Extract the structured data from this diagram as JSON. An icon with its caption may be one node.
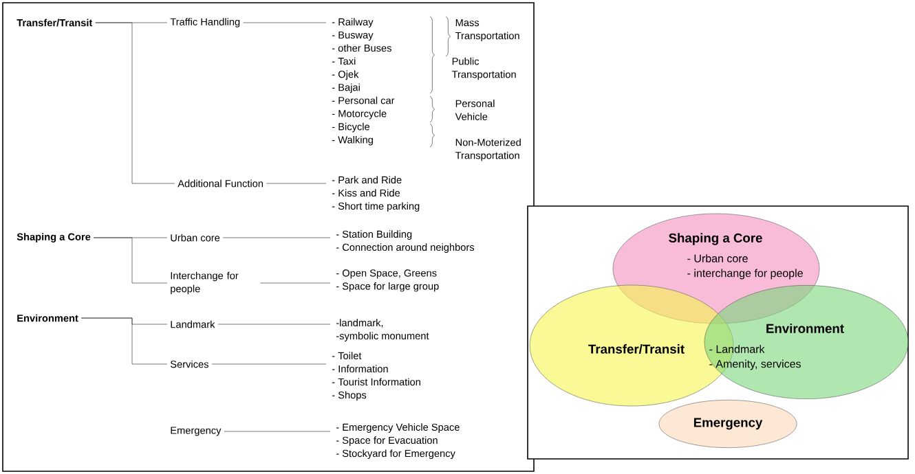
{
  "diagram": {
    "nodes": [
      {
        "text": [
          "Transfer/Transit"
        ]
      },
      {
        "text": [
          "Traffic Handling"
        ]
      },
      {
        "text": [
          "- Railway",
          "- Busway",
          "- other Buses",
          "- Taxi",
          "- Ojek",
          "- Bajai",
          "- Personal car",
          "- Motorcycle",
          "- Bicycle",
          "- Walking"
        ]
      },
      {
        "text": [
          "Additional Function"
        ]
      },
      {
        "text": [
          "- Park and Ride",
          "- Kiss and Ride",
          "- Short time parking"
        ]
      },
      {
        "text": [
          "Shaping a Core"
        ]
      },
      {
        "text": [
          "Urban core"
        ]
      },
      {
        "text": [
          "- Station Building",
          "- Connection around neighbors"
        ]
      },
      {
        "text": [
          "Interchange for people"
        ]
      },
      {
        "text": [
          "- Open Space, Greens",
          "- Space for large group"
        ]
      },
      {
        "text": [
          "Environment"
        ]
      },
      {
        "text": [
          "Landmark"
        ]
      },
      {
        "text": [
          "-landmark,",
          "-symbolic monument"
        ]
      },
      {
        "text": [
          "Services"
        ]
      },
      {
        "text": [
          "- Toilet",
          "- Information",
          "- Tourist Information",
          "- Shops"
        ]
      },
      {
        "text": [
          "Emergency"
        ]
      },
      {
        "text": [
          "- Emergency Vehicle Space",
          "- Space for Evacuation",
          "- Stockyard for Emergency"
        ]
      },
      {
        "text": [
          "Shaping a Core",
          "- Urban core",
          "- interchange for people"
        ]
      },
      {
        "text": [
          "Transfer/Transit"
        ]
      },
      {
        "text": [
          "Environment",
          "- Landmark",
          "- Amenity, services"
        ]
      },
      {
        "text": [
          "Emergency"
        ]
      }
    ],
    "edges": [
      {
        "from": 0,
        "to": 1,
        "arrow": "none"
      },
      {
        "from": 0,
        "to": 3,
        "arrow": "none"
      },
      {
        "from": 1,
        "to": 2,
        "arrow": "none"
      },
      {
        "from": 3,
        "to": 4,
        "arrow": "none"
      },
      {
        "from": 5,
        "to": 6,
        "arrow": "none"
      },
      {
        "from": 5,
        "to": 8,
        "arrow": "none"
      },
      {
        "from": 6,
        "to": 7,
        "arrow": "none"
      },
      {
        "from": 8,
        "to": 9,
        "arrow": "none"
      },
      {
        "from": 10,
        "to": 11,
        "arrow": "none"
      },
      {
        "from": 10,
        "to": 13,
        "arrow": "none"
      },
      {
        "from": 11,
        "to": 12,
        "arrow": "none"
      },
      {
        "from": 13,
        "to": 14,
        "arrow": "none"
      },
      {
        "from": 15,
        "to": 16,
        "arrow": "none"
      }
    ],
    "labels": [
      "Mass Transportation",
      "Public Transportation",
      "Personal Vehicle",
      "Non-Moterized Transportation"
    ]
  }
}
